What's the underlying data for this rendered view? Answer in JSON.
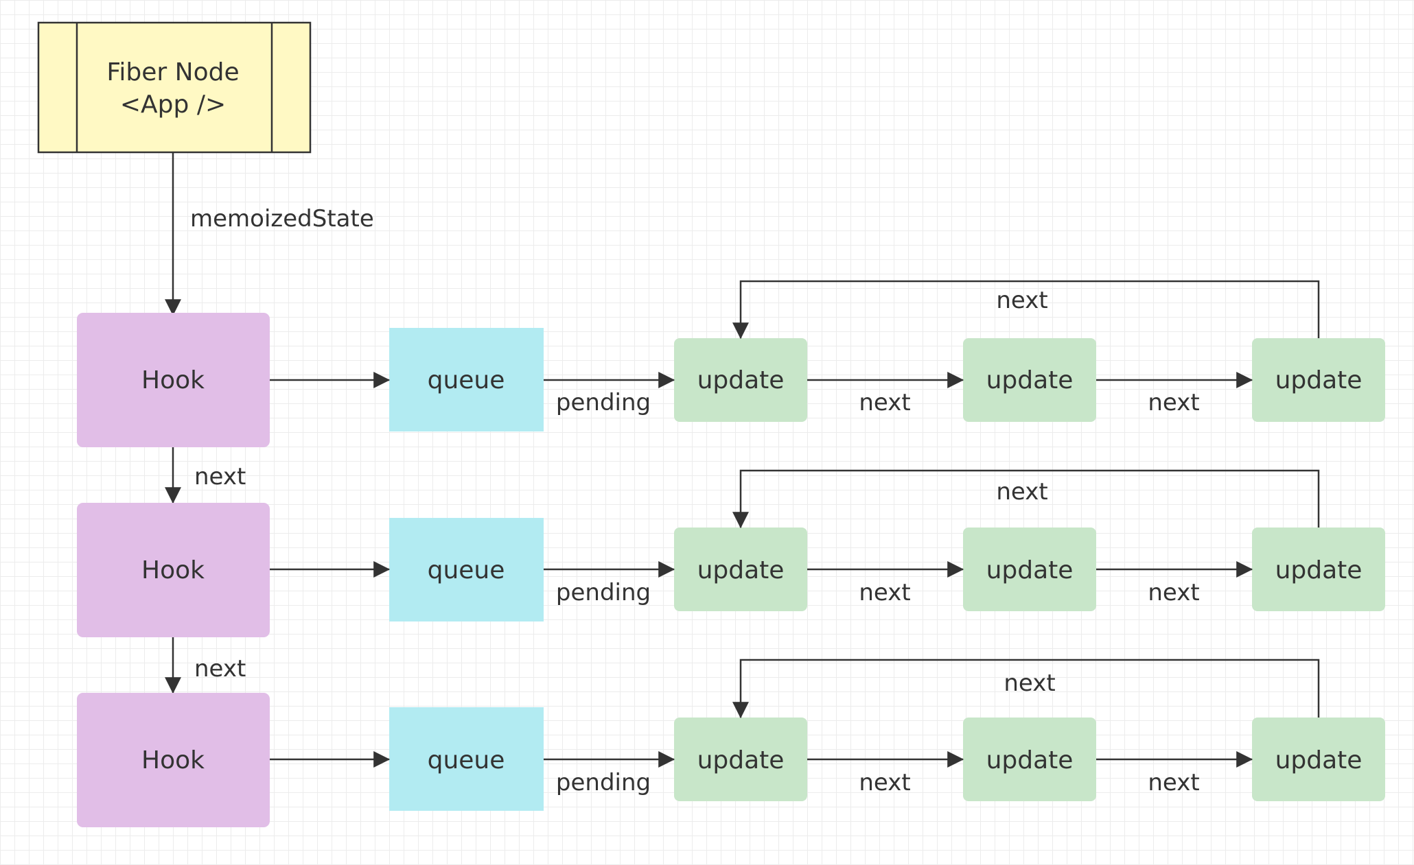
{
  "fiber": {
    "title_line1": "Fiber Node",
    "title_line2": "<App />"
  },
  "edges": {
    "memoized_state": "memoizedState",
    "pending": "pending",
    "next": "next"
  },
  "rows": [
    {
      "hook": "Hook",
      "queue": "queue",
      "updates": [
        "update",
        "update",
        "update"
      ]
    },
    {
      "hook": "Hook",
      "queue": "queue",
      "updates": [
        "update",
        "update",
        "update"
      ]
    },
    {
      "hook": "Hook",
      "queue": "queue",
      "updates": [
        "update",
        "update",
        "update"
      ]
    }
  ],
  "colors": {
    "fiber_fill": "#fff9c4",
    "hook_fill": "#e1bee7",
    "queue_fill": "#b2ebf2",
    "update_fill": "#c8e6c9",
    "line": "#333333"
  }
}
